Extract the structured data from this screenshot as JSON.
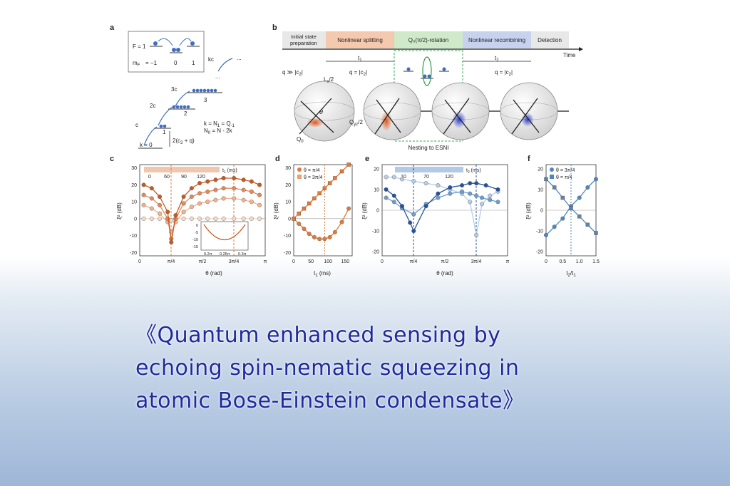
{
  "panel_labels": [
    "a",
    "b",
    "c",
    "d",
    "e",
    "f"
  ],
  "panel_a": {
    "F_label": "F = 1",
    "mF_label": "m",
    "mF_sub": "F",
    "mF_values": [
      "= −1",
      "0",
      "1"
    ],
    "levels": [
      "c",
      "2c",
      "3c",
      "kc"
    ],
    "level_numbers": [
      "1",
      "2",
      "3"
    ],
    "gap_label": "2(c",
    "gap_tail": " + q)",
    "k0_label": "k = 0",
    "k_eq1": "k = N",
    "k_eq1_tail": " = Q",
    "k_eq2": "N",
    "k_eq2_tail": " = N - 2k",
    "dots": "..."
  },
  "panel_b": {
    "steps": [
      "Initial state preparation",
      "Nonlinear splitting",
      "Q₀(π/2)-rotation",
      "Nonlinear recombining",
      "Detection"
    ],
    "step_colors": [
      "#e8e8e8",
      "#f5c9ae",
      "#cfe9c9",
      "#c7d2ef",
      "#e8e8e8"
    ],
    "time_label": "Time",
    "t1_label": "t",
    "t2_label": "t",
    "q_labels": [
      "q ≫ |c",
      "q = |c",
      "q = |c"
    ],
    "Lx_label": "L",
    "theta": "θ",
    "Q0_label": "Q",
    "Qyz_label": "Q",
    "nesting_label": "Nesting to ESNI"
  },
  "panel_c": {
    "legend_title": "t",
    "legend_unit": " (ms)",
    "legend_ticks": [
      "0",
      "60",
      "90",
      "120"
    ],
    "legend_colors": [
      "#f3dccd",
      "#eeb48f",
      "#e08a5a",
      "#c65a24"
    ],
    "ylabel": "ξ²",
    "ylabel_unit": " (dB)",
    "xlabel": "θ (rad)",
    "xticks": [
      "0",
      "π/4",
      "π/2",
      "3π/4",
      "π"
    ],
    "yticks": [
      "30",
      "20",
      "10",
      "0",
      "-10",
      "-20"
    ],
    "inset_xticks": [
      "0.2π",
      "0.25π",
      "0.3π"
    ],
    "inset_yticks": [
      "0",
      "-5",
      "-10",
      "-15"
    ]
  },
  "panel_d": {
    "legend": [
      "θ = π/4",
      "θ = 3π/4"
    ],
    "xlabel": "t",
    "xlabel_unit": " (ms)",
    "xticks": [
      "0",
      "50",
      "100",
      "150"
    ],
    "yticks": [
      "30",
      "20",
      "10",
      "0",
      "-10",
      "-20"
    ]
  },
  "panel_e": {
    "legend_title": "t",
    "legend_unit": " (ms)",
    "legend_ticks": [
      "10",
      "70",
      "120"
    ],
    "xlabel": "θ (rad)",
    "xticks": [
      "0",
      "π/4",
      "π/2",
      "3π/4",
      "π"
    ],
    "yticks": [
      "20",
      "10",
      "0",
      "-10",
      "-20"
    ]
  },
  "panel_f": {
    "legend": [
      "θ = 3π/4",
      "θ = π/4"
    ],
    "xlabel": "t",
    "xlabel_mid": "/t",
    "xticks": [
      "0",
      "0.5",
      "1.0",
      "1.5"
    ],
    "yticks": [
      "20",
      "10",
      "0",
      "-10",
      "-20"
    ]
  },
  "chart_data": [
    {
      "type": "scatter",
      "panel": "c",
      "x_axis": "θ (rad)",
      "xlim": [
        0,
        3.1416
      ],
      "ylim": [
        -22,
        32
      ],
      "series": [
        {
          "name": "0",
          "color": "#f3dccd",
          "x": [
            0.1,
            0.3,
            0.5,
            0.7,
            0.79,
            0.9,
            1.1,
            1.3,
            1.5,
            1.7,
            1.9,
            2.1,
            2.36,
            2.6,
            2.8,
            3.0
          ],
          "y": [
            0,
            0,
            0,
            0,
            -1,
            0,
            0,
            0,
            0,
            0,
            0,
            0,
            0,
            0,
            0,
            0
          ]
        },
        {
          "name": "60",
          "color": "#eeb48f",
          "x": [
            0.1,
            0.3,
            0.5,
            0.7,
            0.79,
            0.9,
            1.1,
            1.3,
            1.5,
            1.7,
            1.9,
            2.1,
            2.36,
            2.6,
            2.8,
            3.0
          ],
          "y": [
            8,
            6,
            3,
            -2,
            -8,
            -2,
            4,
            7,
            9,
            10,
            11,
            12,
            12,
            11,
            10,
            8
          ]
        },
        {
          "name": "90",
          "color": "#e08a5a",
          "x": [
            0.1,
            0.3,
            0.5,
            0.7,
            0.79,
            0.9,
            1.1,
            1.3,
            1.5,
            1.7,
            1.9,
            2.1,
            2.36,
            2.6,
            2.8,
            3.0
          ],
          "y": [
            14,
            12,
            8,
            0,
            -12,
            0,
            9,
            13,
            15,
            16,
            17,
            18,
            18,
            17,
            16,
            14
          ]
        },
        {
          "name": "120",
          "color": "#c65a24",
          "x": [
            0.1,
            0.3,
            0.5,
            0.7,
            0.79,
            0.9,
            1.1,
            1.3,
            1.5,
            1.7,
            1.9,
            2.1,
            2.36,
            2.6,
            2.8,
            3.0
          ],
          "y": [
            20,
            18,
            13,
            4,
            -14,
            2,
            13,
            18,
            21,
            22,
            23,
            24,
            24,
            23,
            22,
            20
          ]
        }
      ]
    },
    {
      "type": "scatter",
      "panel": "d",
      "x_axis": "t1 (ms)",
      "xlim": [
        0,
        170
      ],
      "ylim": [
        -22,
        32
      ],
      "series": [
        {
          "name": "θ = π/4",
          "color": "#e07a3a",
          "x": [
            0,
            15,
            30,
            45,
            60,
            75,
            90,
            105,
            120,
            140,
            160
          ],
          "y": [
            0,
            -3,
            -6,
            -9,
            -11,
            -12,
            -12,
            -11,
            -8,
            -2,
            6
          ]
        },
        {
          "name": "θ = 3π/4",
          "color": "#e07a3a",
          "x": [
            0,
            15,
            30,
            45,
            60,
            75,
            90,
            105,
            120,
            140,
            160
          ],
          "y": [
            0,
            3,
            6,
            9,
            12,
            15,
            18,
            21,
            24,
            28,
            32
          ]
        }
      ]
    },
    {
      "type": "scatter",
      "panel": "e",
      "x_axis": "θ (rad)",
      "xlim": [
        0,
        3.1416
      ],
      "ylim": [
        -22,
        22
      ],
      "series": [
        {
          "name": "10",
          "color": "#b6cde8",
          "x": [
            0.1,
            0.3,
            0.5,
            0.79,
            1.1,
            1.4,
            1.7,
            2.0,
            2.2,
            2.36,
            2.5,
            2.7,
            2.9
          ],
          "y": [
            16,
            16,
            15,
            14,
            13,
            12,
            10,
            8,
            4,
            -12,
            3,
            7,
            9
          ]
        },
        {
          "name": "70",
          "color": "#6f9ccf",
          "x": [
            0.1,
            0.3,
            0.5,
            0.79,
            1.1,
            1.4,
            1.7,
            2.0,
            2.2,
            2.36,
            2.5,
            2.7,
            2.9
          ],
          "y": [
            6,
            4,
            1,
            -2,
            3,
            6,
            8,
            9,
            8,
            7,
            6,
            5,
            4
          ]
        },
        {
          "name": "120",
          "color": "#24529b",
          "x": [
            0.1,
            0.3,
            0.5,
            0.7,
            0.79,
            1.1,
            1.4,
            1.7,
            2.0,
            2.2,
            2.36,
            2.6,
            2.9
          ],
          "y": [
            10,
            7,
            2,
            -6,
            -10,
            2,
            8,
            11,
            12,
            13,
            13,
            12,
            10
          ]
        }
      ]
    },
    {
      "type": "scatter",
      "panel": "f",
      "x_axis": "t2/t1",
      "xlim": [
        0,
        1.5
      ],
      "ylim": [
        -22,
        22
      ],
      "series": [
        {
          "name": "θ = 3π/4",
          "color": "#4f86c2",
          "x": [
            0,
            0.25,
            0.5,
            0.75,
            1.0,
            1.25,
            1.5
          ],
          "y": [
            -12,
            -8,
            -4,
            2,
            6,
            11,
            15
          ]
        },
        {
          "name": "θ = π/4",
          "color": "#4f86c2",
          "x": [
            0,
            0.25,
            0.5,
            0.75,
            1.0,
            1.25,
            1.5
          ],
          "y": [
            15,
            11,
            6,
            1,
            -3,
            -7,
            -11
          ]
        }
      ]
    }
  ],
  "title_line1": "《Quantum enhanced sensing by",
  "title_line2": "echoing spin-nematic squeezing in",
  "title_line3": "atomic Bose-Einstein condensate》"
}
